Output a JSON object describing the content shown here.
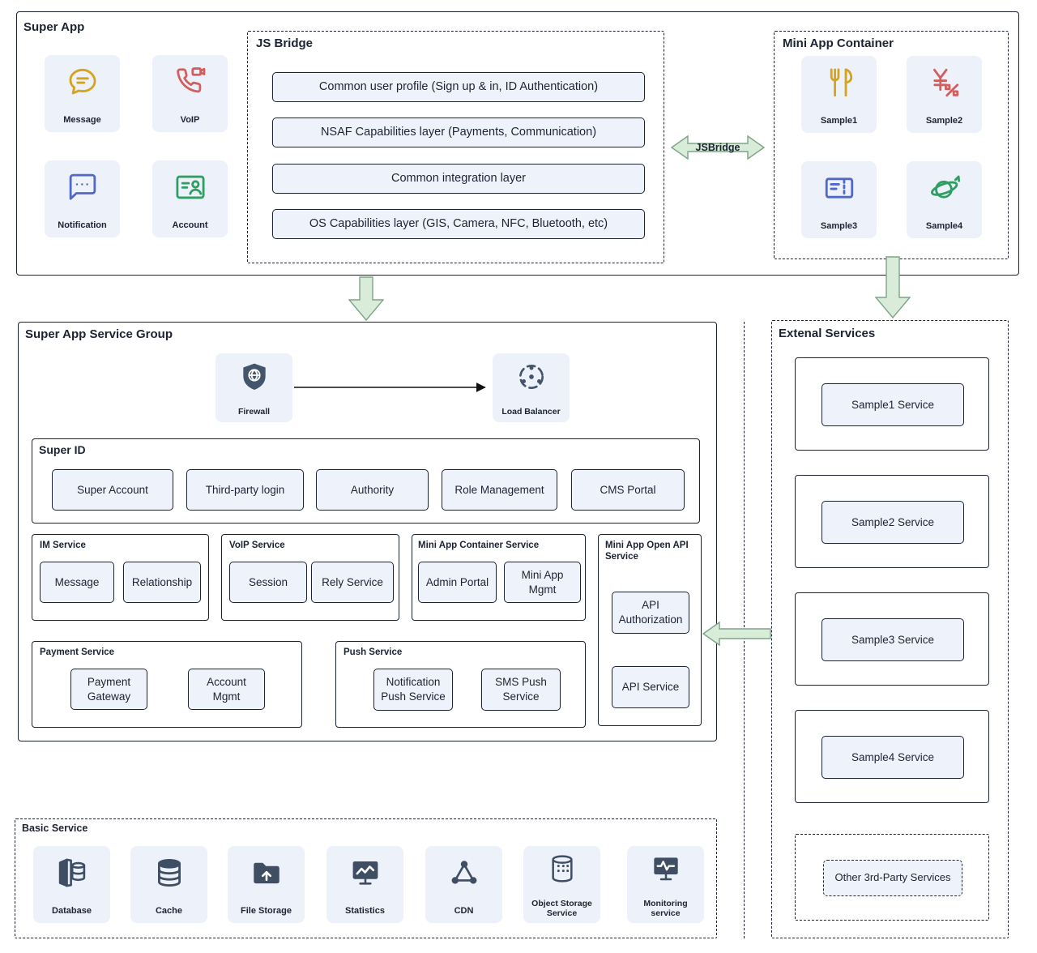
{
  "accents": {
    "border_dark": "#1c2333",
    "tile_bg": "#edf1f9",
    "box_bg": "#eef2fb",
    "arrow_fill": "#d9ecda",
    "arrow_stroke": "#7fa387",
    "gold": "#d6a319",
    "red": "#d15f5f",
    "blue": "#5068c8",
    "green": "#2f9e63",
    "slate": "#3f4e63"
  },
  "super_app": {
    "title": "Super App",
    "tiles": [
      {
        "label": "Message",
        "icon": "message-icon"
      },
      {
        "label": "VoIP",
        "icon": "voip-icon"
      },
      {
        "label": "Notification",
        "icon": "notification-icon"
      },
      {
        "label": "Account",
        "icon": "account-icon"
      }
    ]
  },
  "js_bridge": {
    "title": "JS Bridge",
    "layers": [
      "Common user profile (Sign up & in, ID Authentication)",
      "NSAF Capabilities layer (Payments, Communication)",
      "Common integration layer",
      "OS Capabilities layer (GIS, Camera, NFC, Bluetooth, etc)"
    ]
  },
  "bridge_arrow": {
    "label": "JSBridge"
  },
  "mini_app_container": {
    "title": "Mini App Container",
    "tiles": [
      {
        "label": "Sample1",
        "icon": "utensils-icon"
      },
      {
        "label": "Sample2",
        "icon": "yen-discount-icon"
      },
      {
        "label": "Sample3",
        "icon": "ticket-icon"
      },
      {
        "label": "Sample4",
        "icon": "planet-icon"
      }
    ]
  },
  "service_group": {
    "title": "Super App Service Group",
    "firewall": "Firewall",
    "load_balancer": "Load Balancer",
    "super_id": {
      "title": "Super ID",
      "boxes": [
        "Super Account",
        "Third-party login",
        "Authority",
        "Role Management",
        "CMS Portal"
      ]
    },
    "im_service": {
      "title": "IM Service",
      "boxes": [
        "Message",
        "Relationship"
      ]
    },
    "voip_service": {
      "title": "VoIP Service",
      "boxes": [
        "Session",
        "Rely Service"
      ]
    },
    "mini_app_container_service": {
      "title": "Mini App Container Service",
      "boxes": [
        "Admin Portal",
        "Mini App Mgmt"
      ]
    },
    "mini_app_open_api_service": {
      "title": "Mini App Open API Service",
      "boxes": [
        "API Authorization",
        "API Service"
      ]
    },
    "payment_service": {
      "title": "Payment Service",
      "boxes": [
        "Payment Gateway",
        "Account Mgmt"
      ]
    },
    "push_service": {
      "title": "Push Service",
      "boxes": [
        "Notification Push Service",
        "SMS Push Service"
      ]
    }
  },
  "external_services": {
    "title": "Extenal Services",
    "services": [
      "Sample1 Service",
      "Sample2 Service",
      "Sample3 Service",
      "Sample4 Service"
    ],
    "other": "Other 3rd-Party Services"
  },
  "basic_service": {
    "title": "Basic Service",
    "tiles": [
      {
        "label": "Database",
        "icon": "database-icon"
      },
      {
        "label": "Cache",
        "icon": "cache-icon"
      },
      {
        "label": "File Storage",
        "icon": "file-storage-icon"
      },
      {
        "label": "Statistics",
        "icon": "statistics-icon"
      },
      {
        "label": "CDN",
        "icon": "cdn-icon"
      },
      {
        "label": "Object Storage Service",
        "icon": "object-storage-icon"
      },
      {
        "label": "Monitoring service",
        "icon": "monitoring-icon"
      }
    ]
  }
}
